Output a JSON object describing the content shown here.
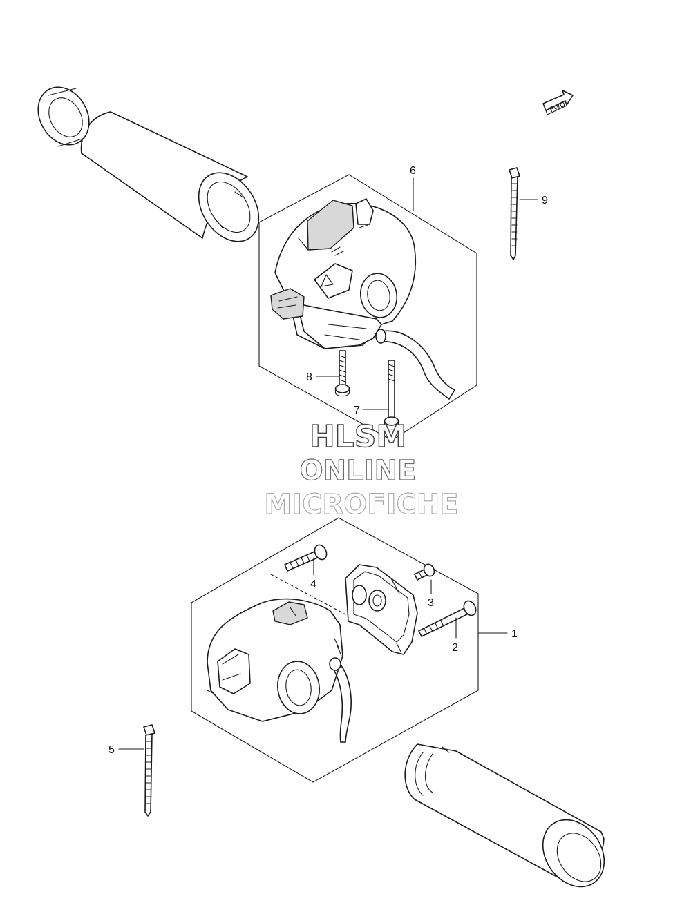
{
  "callouts": {
    "c1": "1",
    "c2": "2",
    "c3": "3",
    "c4": "4",
    "c5": "5",
    "c6": "6",
    "c7": "7",
    "c8": "8",
    "c9": "9"
  },
  "fwd_badge": {
    "label": "FWD",
    "icon": "forward-arrow-icon"
  },
  "watermark": {
    "line1": "HLSM",
    "line2": "ONLINE",
    "line3": "MICROFICHE",
    "colors": [
      "#444444",
      "#6a6a6a",
      "#a5a5a5"
    ]
  },
  "parts": [
    {
      "callout": "1",
      "part": "right-handlebar-switch-assembly"
    },
    {
      "callout": "2",
      "part": "long-screw"
    },
    {
      "callout": "3",
      "part": "short-screw"
    },
    {
      "callout": "4",
      "part": "screw"
    },
    {
      "callout": "5",
      "part": "cable-tie"
    },
    {
      "callout": "6",
      "part": "left-handlebar-switch-assembly"
    },
    {
      "callout": "7",
      "part": "long-screw"
    },
    {
      "callout": "8",
      "part": "screw"
    },
    {
      "callout": "9",
      "part": "cable-tie"
    }
  ]
}
